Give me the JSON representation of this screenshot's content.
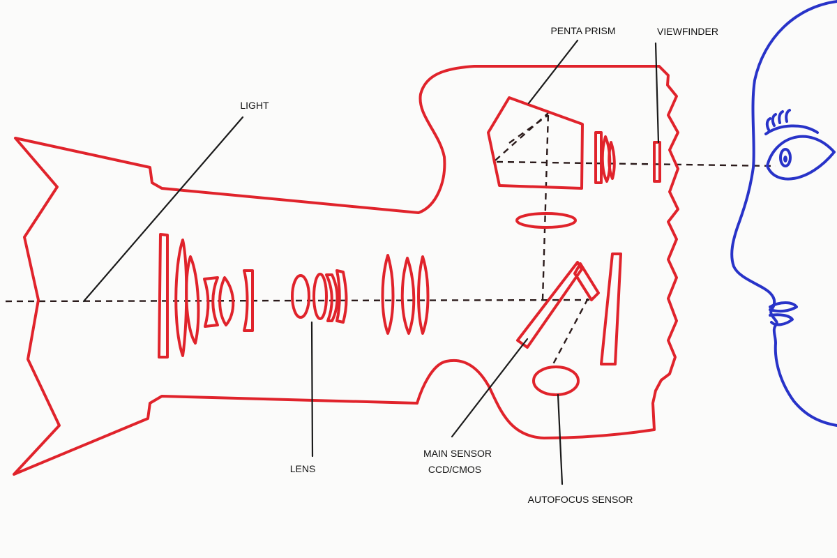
{
  "labels": {
    "light": "LIGHT",
    "lens": "LENS",
    "penta_prism": "PENTA PRISM",
    "viewfinder": "VIEWFINDER",
    "main_sensor_line1": "MAIN SENSOR",
    "main_sensor_line2": "CCD/CMOS",
    "autofocus_sensor": "AUTOFOCUS SENSOR"
  },
  "colors": {
    "camera": "#e0232b",
    "face": "#2833c8",
    "lines": "#1a1a1a",
    "background": "#fbfbfa"
  }
}
